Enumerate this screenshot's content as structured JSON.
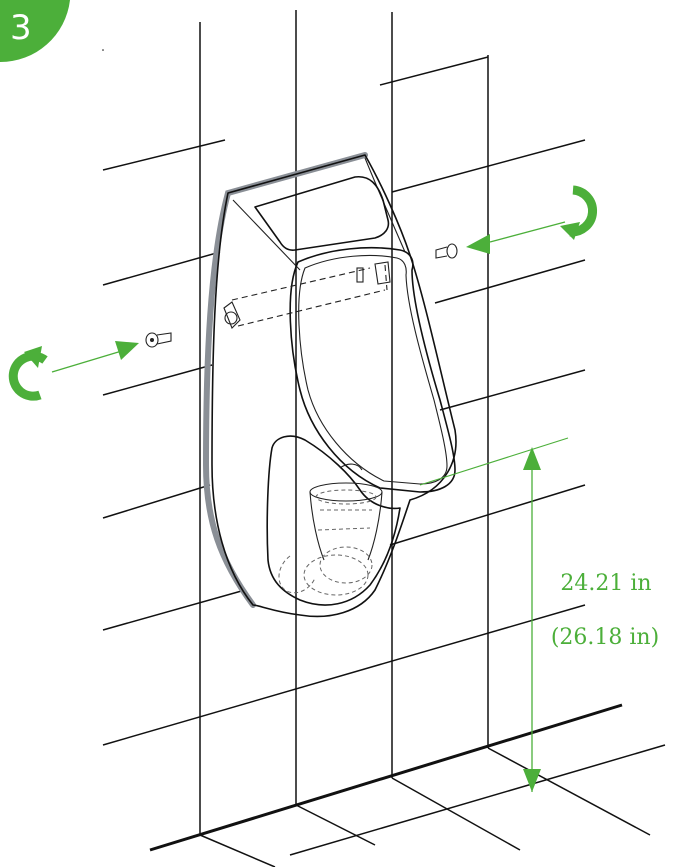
{
  "step": {
    "number": "3"
  },
  "dimension": {
    "primary": "24.21 in",
    "secondary": "(26.18 in)"
  },
  "colors": {
    "accent_green": "#4caf3a",
    "outline_gray": "#8a8f96",
    "line": "#111111"
  },
  "icons": {
    "left_rotate": "rotate-cw-icon",
    "right_rotate": "rotate-ccw-icon"
  }
}
